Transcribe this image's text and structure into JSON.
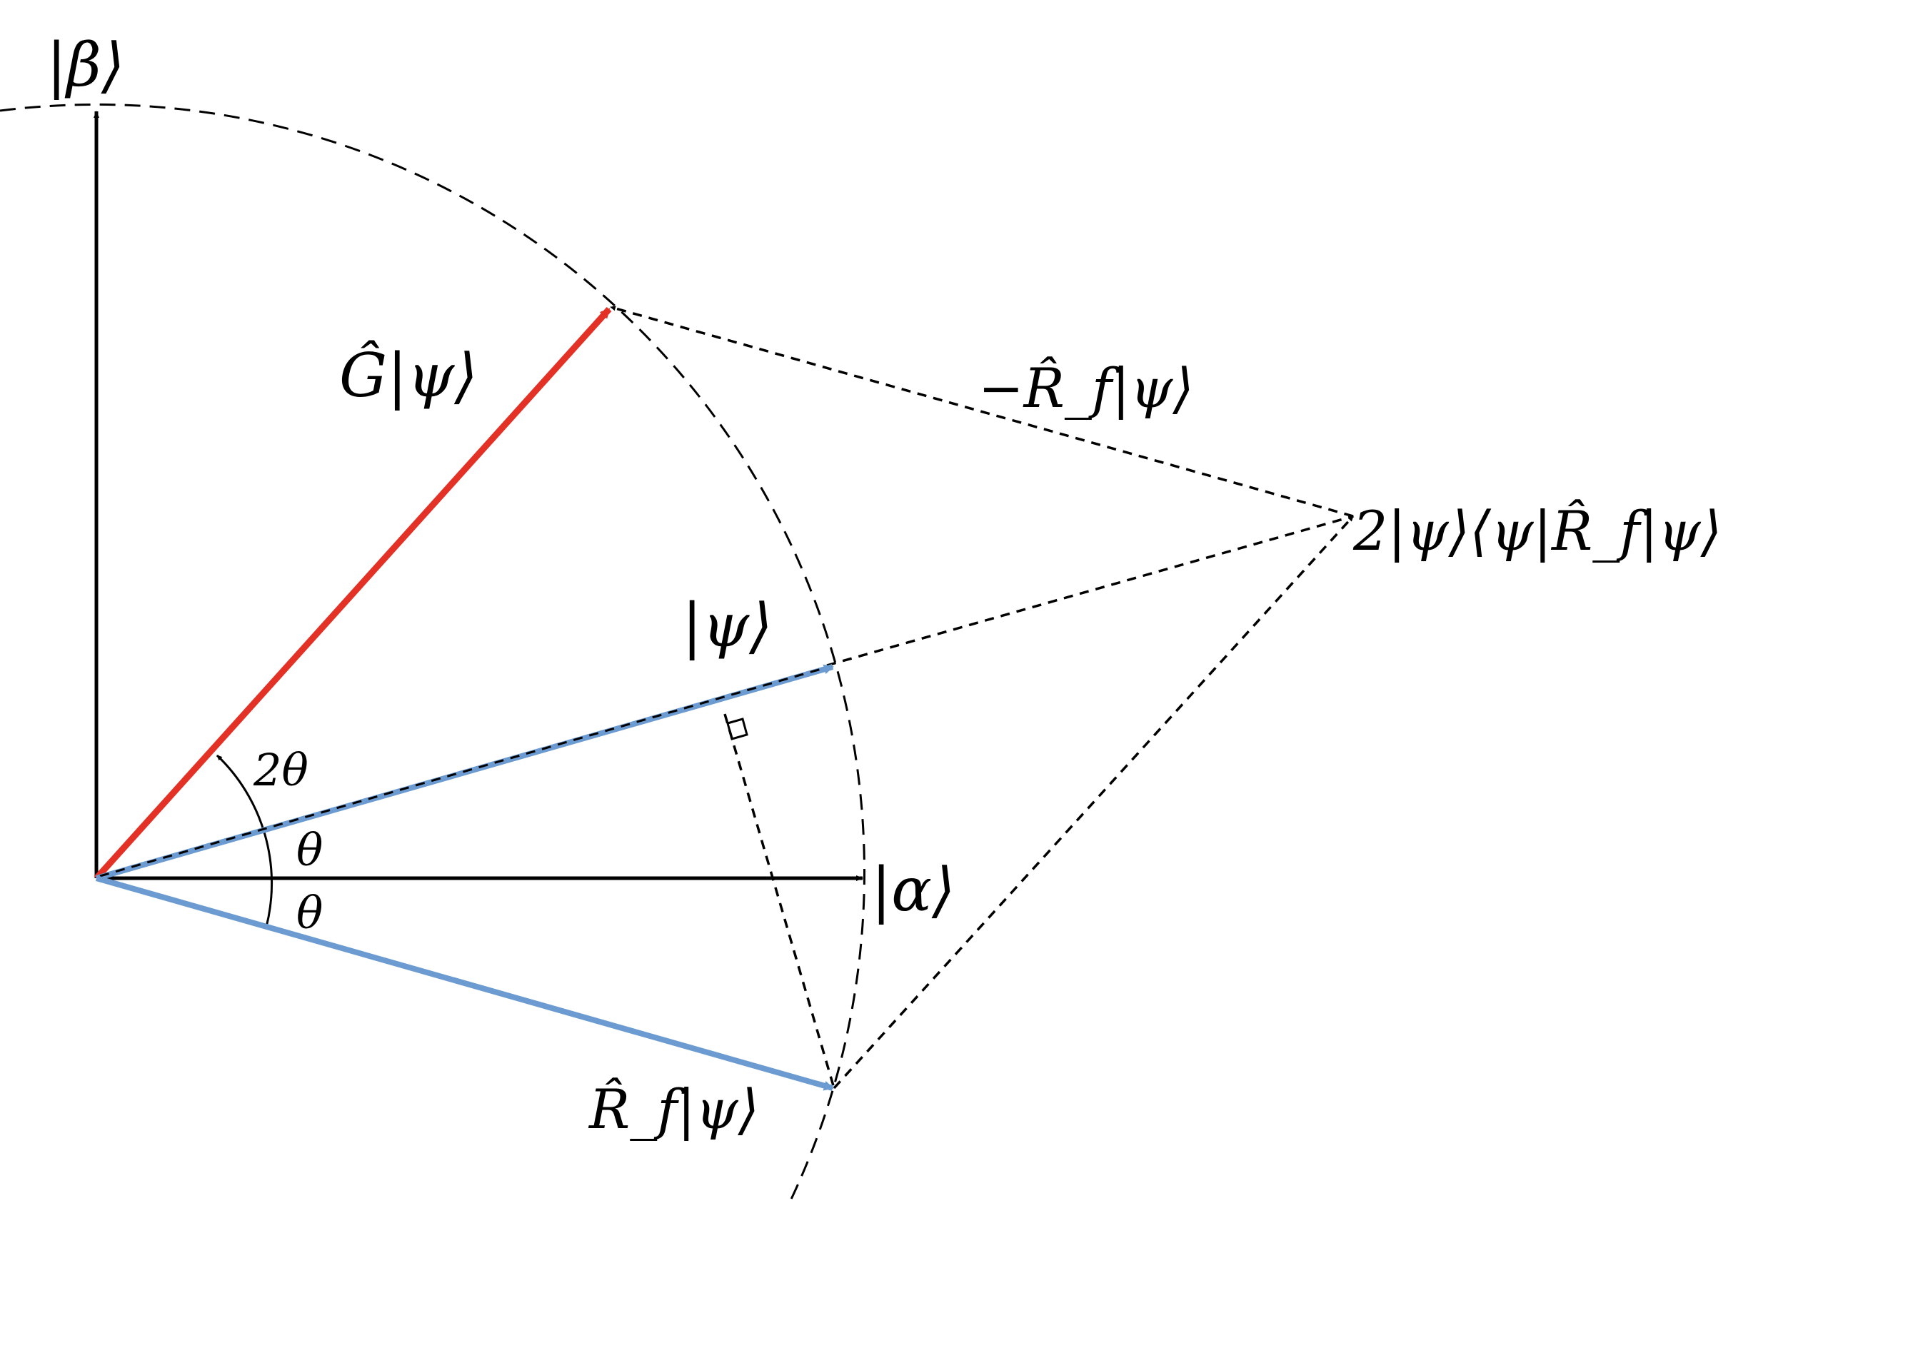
{
  "colors": {
    "axis": "#000000",
    "grover_vector": "#E33126",
    "state_vector": "#6B9BD1",
    "construction": "#000000"
  },
  "labels": {
    "beta": "|β⟩",
    "alpha": "|α⟩",
    "psi": "|ψ⟩",
    "g_psi": "Ĝ|ψ⟩",
    "neg_rf_psi": "−R̂_f|ψ⟩",
    "rf_psi": "R̂_f|ψ⟩",
    "projection": "2|ψ⟩⟨ψ|R̂_f|ψ⟩",
    "angle_2theta": "2θ",
    "angle_theta_upper": "θ",
    "angle_theta_lower": "θ"
  }
}
